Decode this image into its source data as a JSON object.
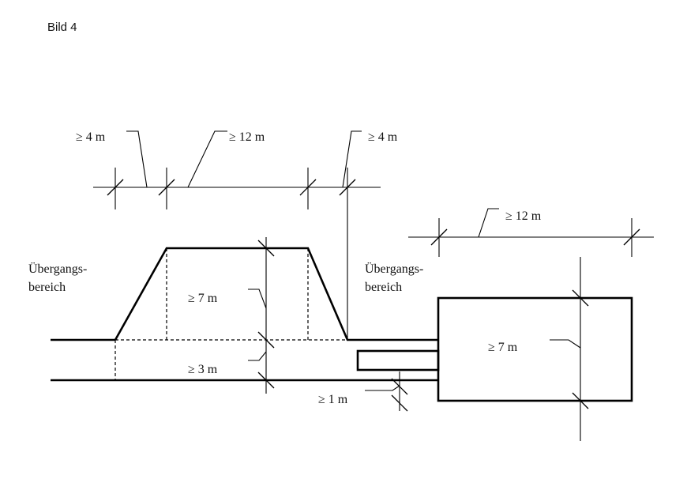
{
  "figure": {
    "title": "Bild 4",
    "labels": {
      "top_left_4m": "≥ 4 m",
      "top_12m": "≥ 12 m",
      "top_right_4m": "≥ 4 m",
      "right_12m": "≥ 12 m",
      "height_7m_left": "≥ 7 m",
      "height_3m": "≥ 3 m",
      "clearance_1m": "≥ 1 m",
      "height_7m_right": "≥ 7 m"
    },
    "transition_left": [
      "Übergangs-",
      "bereich"
    ],
    "transition_right": [
      "Übergangs-",
      "bereich"
    ]
  }
}
